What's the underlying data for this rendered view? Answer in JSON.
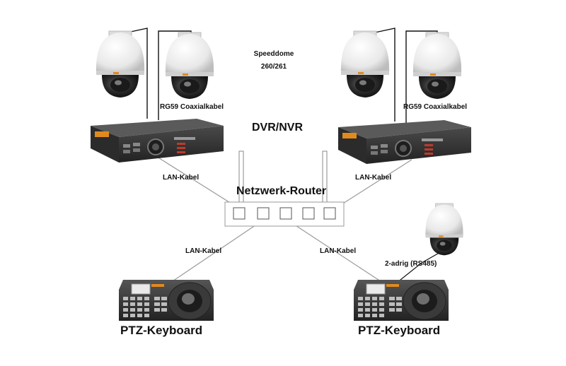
{
  "labels": {
    "speeddome_line1": "Speeddome",
    "speeddome_line2": "260/261",
    "coax_left": "RG59 Coaxialkabel",
    "coax_right": "RG59 Coaxialkabel",
    "dvr": "DVR/NVR",
    "router": "Netzwerk-Router",
    "lan_top_left": "LAN-Kabel",
    "lan_top_right": "LAN-Kabel",
    "lan_bottom_left": "LAN-Kabel",
    "lan_bottom_right": "LAN-Kabel",
    "rs485": "2-adrig (RS485)",
    "keyboard_left": "PTZ-Keyboard",
    "keyboard_right": "PTZ-Keyboard"
  },
  "colors": {
    "device_dark": "#2a2a2a",
    "device_mid": "#3c3c3c",
    "dome_white": "#f2f2f2",
    "cable": "#999999",
    "wire": "#111111",
    "accent_orange": "#e08a1e",
    "accent_red": "#c0392b"
  }
}
